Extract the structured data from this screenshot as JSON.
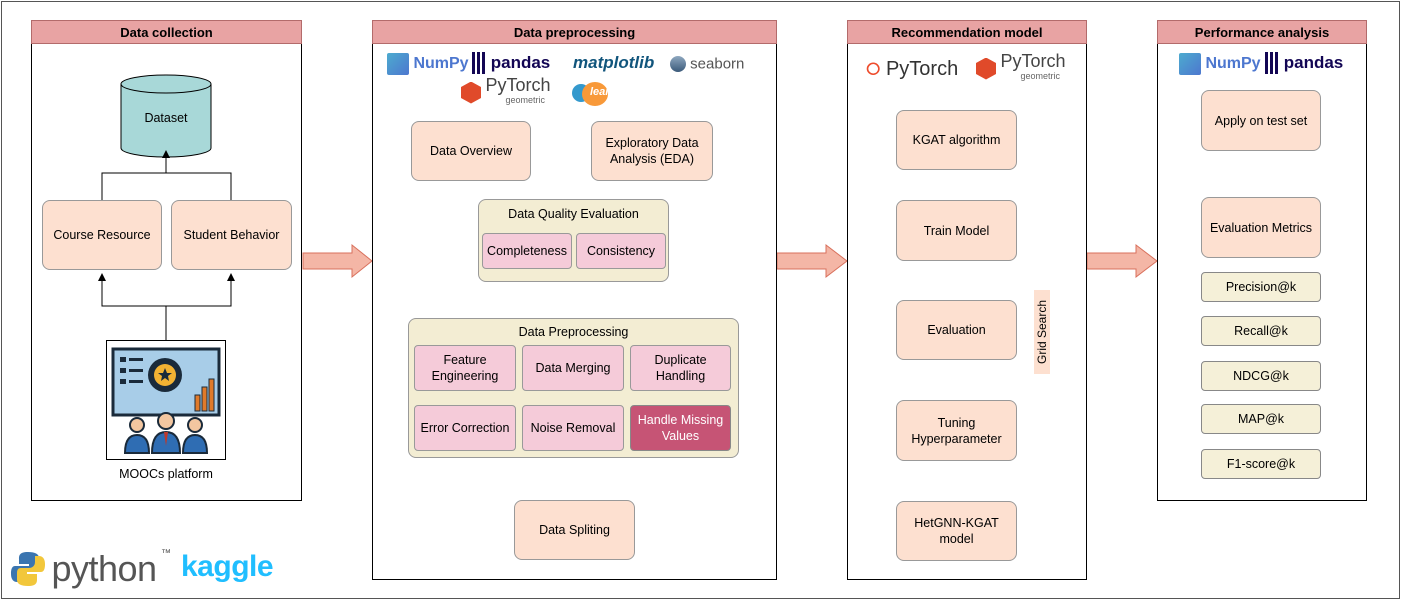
{
  "panels": {
    "collection": "Data collection",
    "preprocessing": "Data preprocessing",
    "model": "Recommendation model",
    "analysis": "Performance analysis"
  },
  "collection": {
    "dataset": "Dataset",
    "course_resource": "Course Resource",
    "student_behavior": "Student Behavior",
    "platform": "MOOCs platform"
  },
  "preprocessing": {
    "logos": [
      "NumPy",
      "pandas",
      "matplotlib",
      "seaborn",
      "PyTorch",
      "geometric",
      "learn"
    ],
    "data_overview": "Data Overview",
    "eda": "Exploratory Data Analysis (EDA)",
    "quality_title": "Data Quality Evaluation",
    "completeness": "Completeness",
    "consistency": "Consistency",
    "group_title": "Data Preprocessing",
    "feature_engineering": "Feature Engineering",
    "data_merging": "Data Merging",
    "duplicate_handling": "Duplicate Handling",
    "error_correction": "Error Correction",
    "noise_removal": "Noise Removal",
    "handle_missing": "Handle Missing Values",
    "splitting": "Data Spliting"
  },
  "model": {
    "logo_pytorch": "PyTorch",
    "logo_pyg": "PyTorch",
    "logo_pyg_sub": "geometric",
    "kgat": "KGAT algorithm",
    "train": "Train Model",
    "evaluation": "Evaluation",
    "tuning": "Tuning Hyperparameter",
    "grid_search": "Grid Search",
    "final": "HetGNN-KGAT model"
  },
  "analysis": {
    "logo_numpy": "NumPy",
    "logo_pandas": "pandas",
    "apply": "Apply on test set",
    "metrics": "Evaluation Metrics",
    "metric_list": [
      "Precision@k",
      "Recall@k",
      "NDCG@k",
      "MAP@k",
      "F1-score@k"
    ]
  },
  "footer": {
    "python": "python",
    "tm": "™",
    "kaggle": "kaggle"
  },
  "colors": {
    "header": "#e8a3a3",
    "peach": "#fde0d0",
    "pink": "#f5cbd9",
    "dark_pink": "#c65475",
    "cream": "#f3edd3",
    "dataset": "#a8d8d8",
    "arrow_fill": "#f4b6a6",
    "arrow_stroke": "#d9705c"
  }
}
